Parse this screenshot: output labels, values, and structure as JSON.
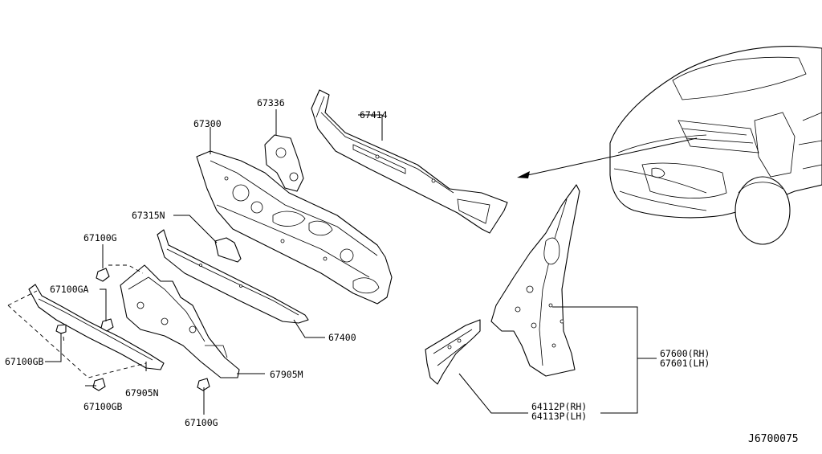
{
  "diagram_id": "J6700075",
  "labels": {
    "p67300": "67300",
    "p67336": "67336",
    "p67414": "67414",
    "p67315N": "67315N",
    "p67100G_top": "67100G",
    "p67100GA": "67100GA",
    "p67100GB_left": "67100GB",
    "p67905N": "67905N",
    "p67100GB_bottom": "67100GB",
    "p67100G_bottom": "67100G",
    "p67905M": "67905M",
    "p67400": "67400",
    "p67600": "67600(RH)",
    "p67601": "67601(LH)",
    "p64112P": "64112P(RH)",
    "p64113P": "64113P(LH)"
  }
}
